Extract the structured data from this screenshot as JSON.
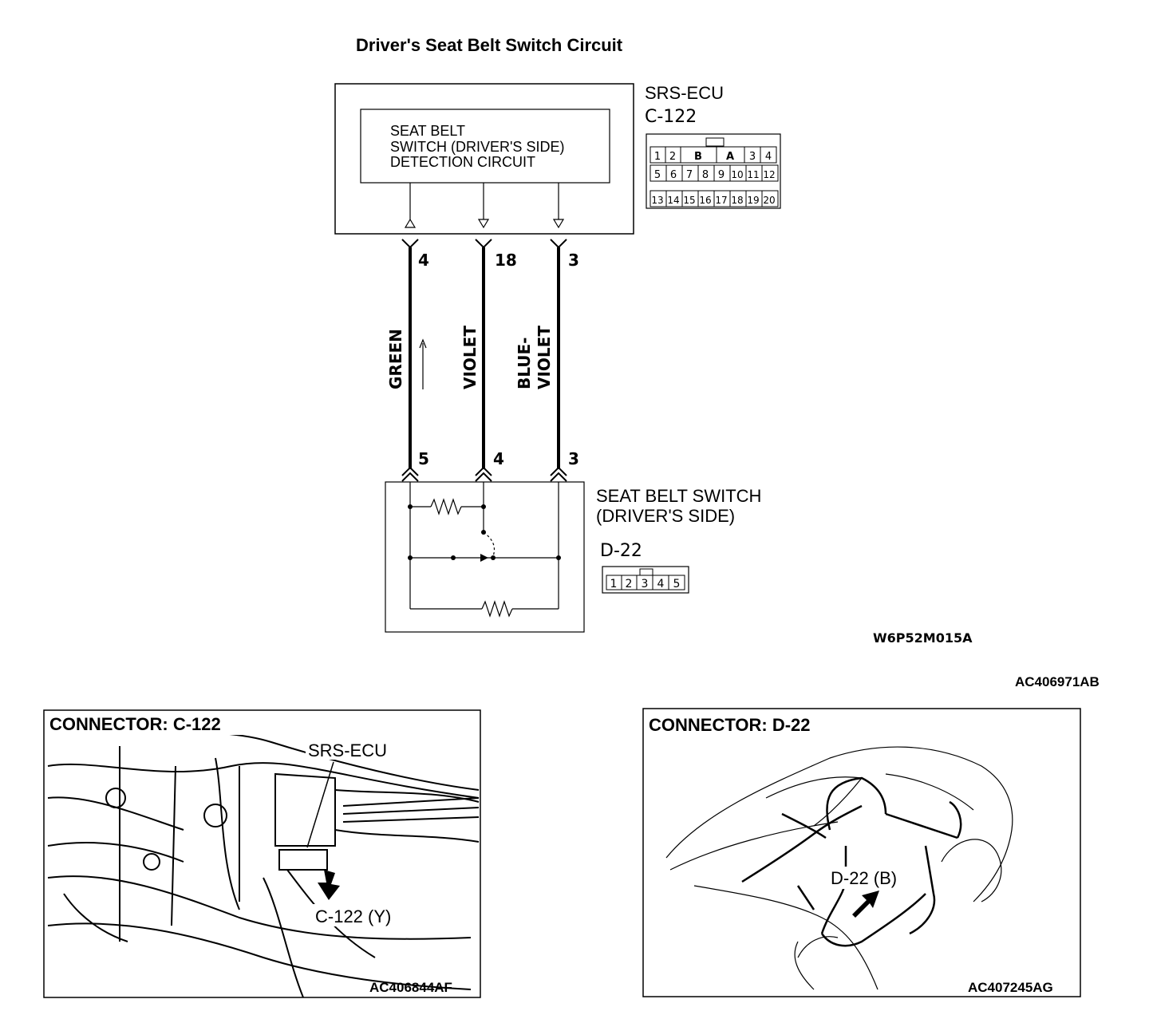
{
  "title": "Driver's Seat Belt Switch Circuit",
  "ecu": {
    "name": "SRS-ECU",
    "connector": "C-122",
    "circuit_lines": [
      "SEAT BELT",
      "SWITCH (DRIVER'S SIDE)",
      "DETECTION CIRCUIT"
    ],
    "connector_pins": {
      "row1": [
        "1",
        "2",
        "B",
        "A",
        "3",
        "4"
      ],
      "row2": [
        "5",
        "6",
        "7",
        "8",
        "9",
        "10",
        "11",
        "12"
      ],
      "row3": [
        "13",
        "14",
        "15",
        "16",
        "17",
        "18",
        "19",
        "20"
      ]
    }
  },
  "wires": [
    {
      "ecu_pin": "4",
      "switch_pin": "5",
      "color_label": [
        "GREEN"
      ]
    },
    {
      "ecu_pin": "18",
      "switch_pin": "4",
      "color_label": [
        "VIOLET"
      ]
    },
    {
      "ecu_pin": "3",
      "switch_pin": "3",
      "color_label": [
        "BLUE-",
        "VIOLET"
      ]
    }
  ],
  "switch": {
    "name_lines": [
      "SEAT BELT SWITCH",
      "(DRIVER'S SIDE)"
    ],
    "connector": "D-22",
    "connector_pins": [
      "1",
      "2",
      "3",
      "4",
      "5"
    ]
  },
  "codes": {
    "diagram": "W6P52M015A",
    "figure": "AC406971AB"
  },
  "panel_left": {
    "heading": "CONNECTOR: C-122",
    "label_component": "SRS-ECU",
    "label_connector": "C-122 (Y)",
    "code": "AC406844AF"
  },
  "panel_right": {
    "heading": "CONNECTOR: D-22",
    "label_connector": "D-22 (B)",
    "code": "AC407245AG"
  }
}
